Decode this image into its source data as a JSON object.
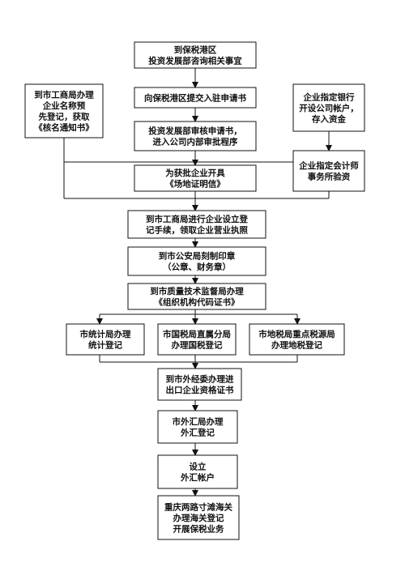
{
  "boxes": {
    "consult": [
      "到保税港区",
      "投资发展部咨询相关事宜"
    ],
    "submit": [
      "向保税港区提交入驻申请书"
    ],
    "review": [
      "投资发展部审核申请书，",
      "进入公司内部审批程序"
    ],
    "name_approval": [
      "到市工商局办理",
      "企业名称预",
      "先登记，获取",
      "《核名通知书》"
    ],
    "bank": [
      "企业指定银行",
      "开设公司帐户，",
      "存入资金"
    ],
    "site_cert": [
      "为获批企业开具",
      "《场地证明信》"
    ],
    "audit": [
      "企业指定会计师",
      "事务所验资"
    ],
    "license": [
      "到市工商局进行企业设立登",
      "记手续，领取企业营业执照"
    ],
    "seal": [
      "到市公安局刻制印章",
      "（公章、财务章）"
    ],
    "org_code": [
      "到市质量技术监督局办理",
      "《组织机构代码证书》"
    ],
    "stats": [
      "市统计局办理",
      "统计登记"
    ],
    "national_tax": [
      "市国税局直属分局",
      "办理国税登记"
    ],
    "local_tax": [
      "市地税局重点税源局",
      "办理地税登记"
    ],
    "trade": [
      "到市外经委办理进",
      "出口企业资格证书"
    ],
    "forex_reg": [
      "市外汇局办理",
      "外汇登记"
    ],
    "forex_acct": [
      "设立",
      "外汇帐户"
    ],
    "customs": [
      "重庆两路寸滩海关",
      "办理海关登记",
      "开展保税业务"
    ]
  },
  "colors": {
    "line": "#111111",
    "text": "#111111",
    "background": "#ffffff"
  }
}
